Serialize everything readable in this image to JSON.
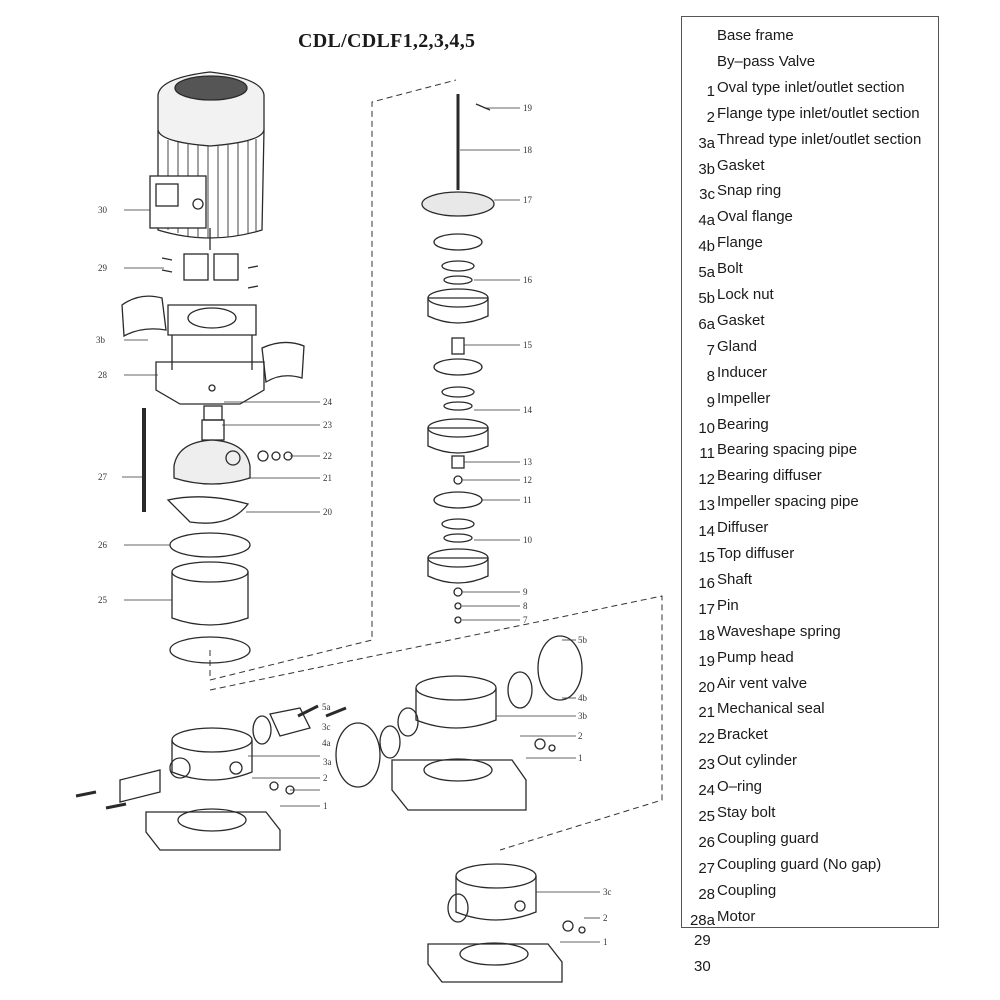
{
  "title": "CDL/CDLF1,2,3,4,5",
  "legend": [
    {
      "num": "",
      "label": "Base frame"
    },
    {
      "num": "",
      "label": "By–pass Valve"
    },
    {
      "num": "1",
      "label": "Oval type inlet/outlet section"
    },
    {
      "num": "2",
      "label": "Flange type inlet/outlet section"
    },
    {
      "num": "3a",
      "label": "Thread type inlet/outlet section"
    },
    {
      "num": "3b",
      "label": "Gasket"
    },
    {
      "num": "3c",
      "label": "Snap ring"
    },
    {
      "num": "4a",
      "label": "Oval flange"
    },
    {
      "num": "4b",
      "label": "Flange"
    },
    {
      "num": "5a",
      "label": "Bolt"
    },
    {
      "num": "5b",
      "label": "Lock nut"
    },
    {
      "num": "6a",
      "label": "Gasket"
    },
    {
      "num": "7",
      "label": "Gland"
    },
    {
      "num": "8",
      "label": "Inducer"
    },
    {
      "num": "9",
      "label": "Impeller"
    },
    {
      "num": "10",
      "label": "Bearing"
    },
    {
      "num": "11",
      "label": "Bearing spacing pipe"
    },
    {
      "num": "12",
      "label": "Bearing diffuser"
    },
    {
      "num": "13",
      "label": "Impeller spacing pipe"
    },
    {
      "num": "14",
      "label": "Diffuser"
    },
    {
      "num": "15",
      "label": "Top diffuser"
    },
    {
      "num": "16",
      "label": "Shaft"
    },
    {
      "num": "17",
      "label": "Pin"
    },
    {
      "num": "18",
      "label": "Waveshape spring"
    },
    {
      "num": "19",
      "label": "Pump head"
    },
    {
      "num": "20",
      "label": "Air vent valve"
    },
    {
      "num": "21",
      "label": "Mechanical seal"
    },
    {
      "num": "22",
      "label": "Bracket"
    },
    {
      "num": "23",
      "label": "Out cylinder"
    },
    {
      "num": "24",
      "label": "O–ring"
    },
    {
      "num": "25",
      "label": "Stay bolt"
    },
    {
      "num": "26",
      "label": "Coupling guard"
    },
    {
      "num": "27",
      "label": "Coupling guard (No gap)"
    },
    {
      "num": "28",
      "label": "Coupling"
    },
    {
      "num": "28a",
      "label": "Motor"
    }
  ],
  "extra_numbers": [
    "29",
    "30"
  ],
  "callouts": {
    "c30": "30",
    "c29": "29",
    "c3b": "3b",
    "c28": "28",
    "c24": "24",
    "c23": "23",
    "c22": "22",
    "c21": "21",
    "c27": "27",
    "c20": "20",
    "c26": "26",
    "c25": "25",
    "c19": "19",
    "c18": "18",
    "c17": "17",
    "c16": "16",
    "c15": "15",
    "c14": "14",
    "c13": "13",
    "c12": "12",
    "c11": "11",
    "c10": "10",
    "c9": "9",
    "c8": "8",
    "c7": "7",
    "c5b": "5b",
    "c4b": "4b",
    "c3b2": "3b",
    "cr2": "2",
    "cr1": "1",
    "c5a": "5a",
    "c3c": "3c",
    "c4a": "4a",
    "c3a": "3a",
    "cl2": "2",
    "cl1": "1",
    "c3c2": "3c",
    "cb2": "2",
    "cb1": "1"
  }
}
